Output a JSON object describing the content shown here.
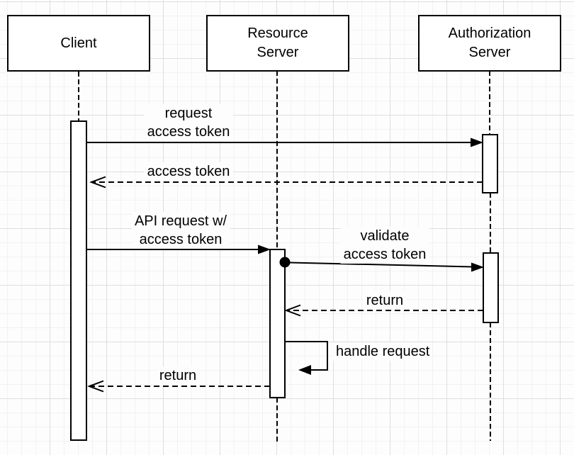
{
  "canvas": {
    "background_color": "#fdfdfd",
    "grid_minor_color": "#f2f2f2",
    "grid_major_color": "#dedede",
    "stroke_color": "#000000"
  },
  "diagram": {
    "type": "uml-sequence-diagram",
    "participants": [
      {
        "name": "Client",
        "lines": [
          "Client"
        ]
      },
      {
        "name": "Resource Server",
        "lines": [
          "Resource",
          "Server"
        ]
      },
      {
        "name": "Authorization Server",
        "lines": [
          "Authorization",
          "Server"
        ]
      }
    ],
    "messages": [
      {
        "from": "Client",
        "to": "Authorization Server",
        "kind": "sync-solid-arrow",
        "label_lines": [
          "request",
          "access token"
        ]
      },
      {
        "from": "Authorization Server",
        "to": "Client",
        "kind": "return-dashed-arrow",
        "label_lines": [
          "access token"
        ]
      },
      {
        "from": "Client",
        "to": "Resource Server",
        "kind": "sync-solid-arrow",
        "label_lines": [
          "API request w/",
          "access token"
        ]
      },
      {
        "from": "Resource Server",
        "to": "Authorization Server",
        "kind": "sync-solid-arrow-with-start-dot",
        "label_lines": [
          "validate",
          "access token"
        ]
      },
      {
        "from": "Authorization Server",
        "to": "Resource Server",
        "kind": "return-dashed-arrow",
        "label_lines": [
          "return"
        ]
      },
      {
        "from": "Resource Server",
        "to": "Resource Server",
        "kind": "self-call-arrow",
        "label_lines": [
          "handle request"
        ]
      },
      {
        "from": "Resource Server",
        "to": "Client",
        "kind": "return-dashed-arrow",
        "label_lines": [
          "return"
        ]
      }
    ]
  }
}
